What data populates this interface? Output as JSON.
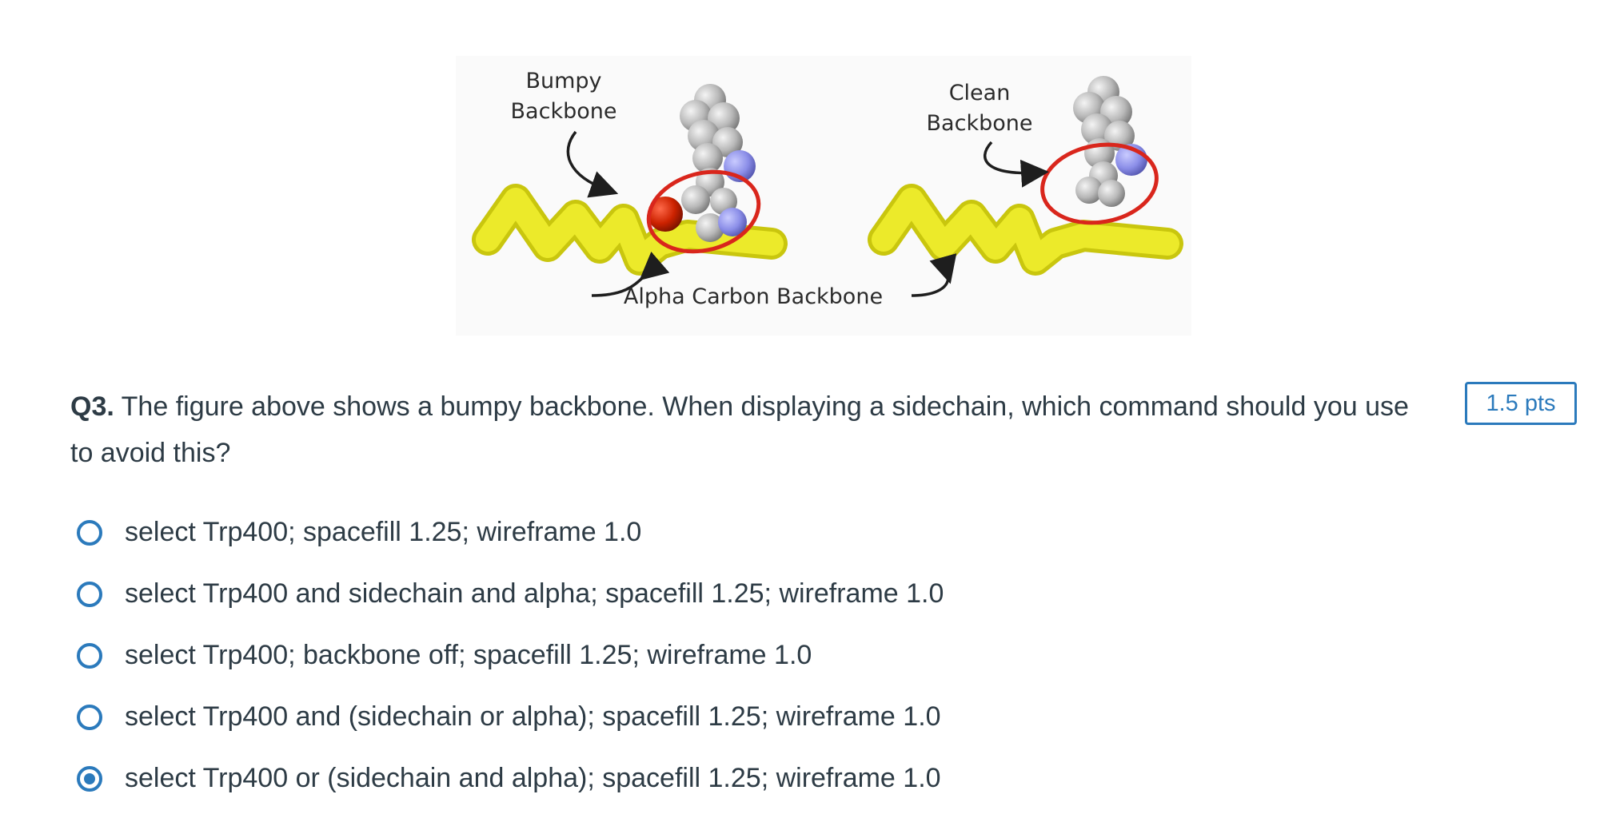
{
  "figure": {
    "labels": {
      "bumpy": [
        "Bumpy",
        "Backbone"
      ],
      "clean": [
        "Clean",
        "Backbone"
      ],
      "alpha": "Alpha Carbon Backbone"
    },
    "colors": {
      "backbone": "#e8e51c",
      "sidechain": "#b8b8b8",
      "nitrogen": "#8b8ee8",
      "oxygen": "#cc2200",
      "highlight_circle": "#d9261c"
    }
  },
  "question": {
    "number": "Q3.",
    "text": "The figure above shows a bumpy backbone. When displaying a sidechain, which command should you use to avoid this?",
    "points": "1.5 pts"
  },
  "answers": [
    {
      "label": "select Trp400; spacefill 1.25; wireframe 1.0",
      "selected": false
    },
    {
      "label": "select Trp400 and sidechain and alpha; spacefill 1.25; wireframe 1.0",
      "selected": false
    },
    {
      "label": "select Trp400; backbone off; spacefill 1.25; wireframe 1.0",
      "selected": false
    },
    {
      "label": "select Trp400 and (sidechain or alpha); spacefill 1.25; wireframe 1.0",
      "selected": false
    },
    {
      "label": "select Trp400 or (sidechain and alpha); spacefill 1.25; wireframe 1.0",
      "selected": true
    }
  ],
  "theme": {
    "accent": "#2b7abc",
    "text": "#2d3b45"
  }
}
